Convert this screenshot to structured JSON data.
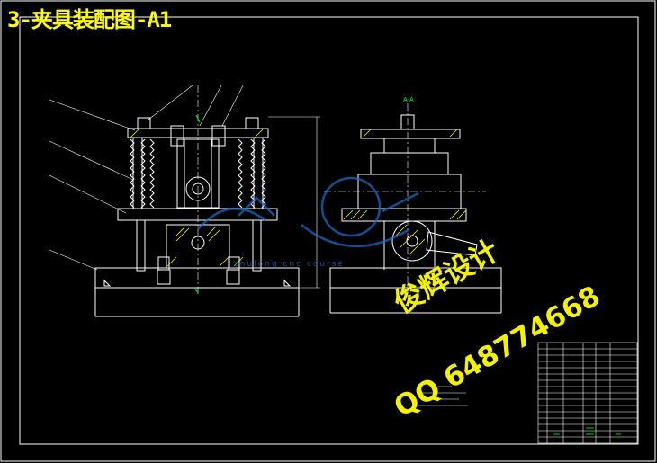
{
  "drawing": {
    "title": "3-夹具装配图-A1",
    "section_label": "A-A",
    "watermark_site": "zhulong cnc course",
    "watermark_designer": "俊辉设计",
    "watermark_qq": "QQ 648774668"
  },
  "colors": {
    "background": "#000000",
    "frame": "#ffffff",
    "title": "#ffff00",
    "hatch": "#ffff00",
    "dimension": "#00ff00",
    "watermark_logo": "#1e6fd0"
  }
}
